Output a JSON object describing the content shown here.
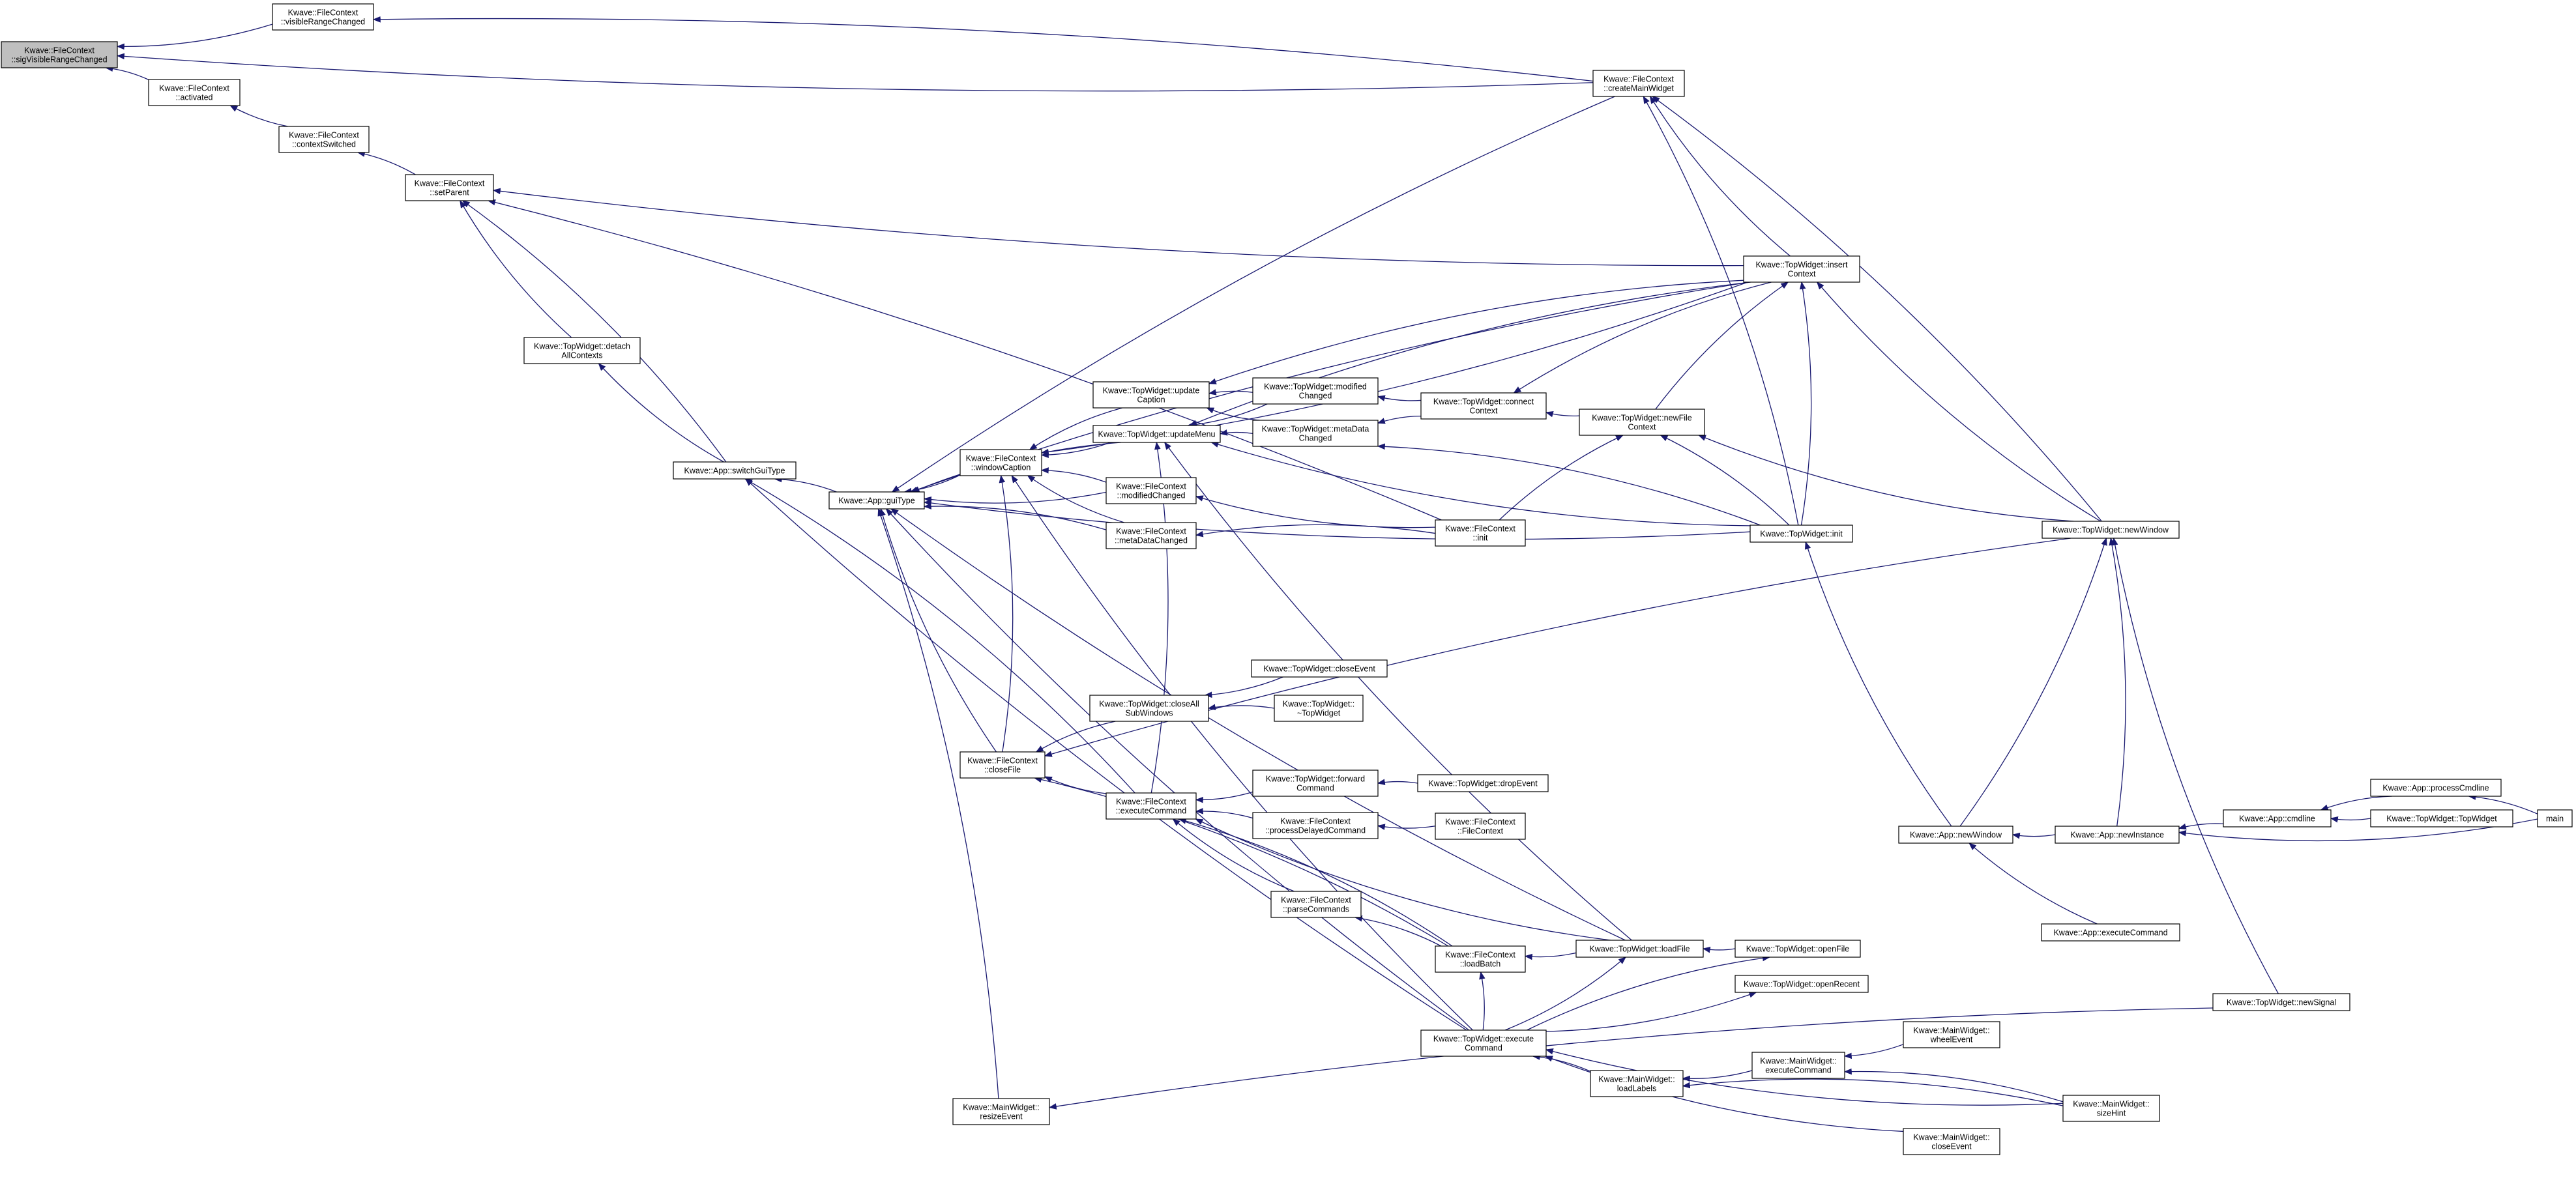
{
  "diagram": {
    "edge_color": "#191970",
    "highlight_fill": "#bfbfbf",
    "nodes": [
      {
        "id": "sigVisibleRangeChanged",
        "label": [
          "Kwave::FileContext",
          "::sigVisibleRangeChanged"
        ]
      },
      {
        "id": "visibleRangeChanged",
        "label": [
          "Kwave::FileContext",
          "::visibleRangeChanged"
        ]
      },
      {
        "id": "activated",
        "label": [
          "Kwave::FileContext",
          "::activated"
        ]
      },
      {
        "id": "contextSwitched",
        "label": [
          "Kwave::FileContext",
          "::contextSwitched"
        ]
      },
      {
        "id": "setParent",
        "label": [
          "Kwave::FileContext",
          "::setParent"
        ]
      },
      {
        "id": "detachAllContexts",
        "label": [
          "Kwave::TopWidget::detach",
          "AllContexts"
        ]
      },
      {
        "id": "switchGuiType",
        "label": [
          "Kwave::App::switchGuiType"
        ]
      },
      {
        "id": "guiType",
        "label": [
          "Kwave::App::guiType"
        ]
      },
      {
        "id": "windowCaption",
        "label": [
          "Kwave::FileContext",
          "::windowCaption"
        ]
      },
      {
        "id": "updateCaption",
        "label": [
          "Kwave::TopWidget::update",
          "Caption"
        ]
      },
      {
        "id": "updateMenu",
        "label": [
          "Kwave::TopWidget::updateMenu"
        ]
      },
      {
        "id": "modifiedChangedTW",
        "label": [
          "Kwave::TopWidget::modified",
          "Changed"
        ]
      },
      {
        "id": "metaDataChangedTW",
        "label": [
          "Kwave::TopWidget::metaData",
          "Changed"
        ]
      },
      {
        "id": "modifiedChangedFC",
        "label": [
          "Kwave::FileContext",
          "::modifiedChanged"
        ]
      },
      {
        "id": "metaDataChangedFC",
        "label": [
          "Kwave::FileContext",
          "::metaDataChanged"
        ]
      },
      {
        "id": "connectContext",
        "label": [
          "Kwave::TopWidget::connect",
          "Context"
        ]
      },
      {
        "id": "newFileContext",
        "label": [
          "Kwave::TopWidget::newFile",
          "Context"
        ]
      },
      {
        "id": "fcInit",
        "label": [
          "Kwave::FileContext",
          "::init"
        ]
      },
      {
        "id": "createMainWidget",
        "label": [
          "Kwave::FileContext",
          "::createMainWidget"
        ]
      },
      {
        "id": "insertContext",
        "label": [
          "Kwave::TopWidget::insert",
          "Context"
        ]
      },
      {
        "id": "twInit",
        "label": [
          "Kwave::TopWidget::init"
        ]
      },
      {
        "id": "newWindowTW",
        "label": [
          "Kwave::TopWidget::newWindow"
        ]
      },
      {
        "id": "closeFile",
        "label": [
          "Kwave::FileContext",
          "::closeFile"
        ]
      },
      {
        "id": "closeAllSubWindows",
        "label": [
          "Kwave::TopWidget::closeAll",
          "SubWindows"
        ]
      },
      {
        "id": "closeEventTW",
        "label": [
          "Kwave::TopWidget::closeEvent"
        ]
      },
      {
        "id": "dtorTopWidget",
        "label": [
          "Kwave::TopWidget::",
          "~TopWidget"
        ]
      },
      {
        "id": "fcExecuteCommand",
        "label": [
          "Kwave::FileContext",
          "::executeCommand"
        ]
      },
      {
        "id": "forwardCommand",
        "label": [
          "Kwave::TopWidget::forward",
          "Command"
        ]
      },
      {
        "id": "dropEvent",
        "label": [
          "Kwave::TopWidget::dropEvent"
        ]
      },
      {
        "id": "processDelayedCommand",
        "label": [
          "Kwave::FileContext",
          "::processDelayedCommand"
        ]
      },
      {
        "id": "fcCtor",
        "label": [
          "Kwave::FileContext",
          "::FileContext"
        ]
      },
      {
        "id": "parseCommands",
        "label": [
          "Kwave::FileContext",
          "::parseCommands"
        ]
      },
      {
        "id": "loadBatch",
        "label": [
          "Kwave::FileContext",
          "::loadBatch"
        ]
      },
      {
        "id": "loadFile",
        "label": [
          "Kwave::TopWidget::loadFile"
        ]
      },
      {
        "id": "openFile",
        "label": [
          "Kwave::TopWidget::openFile"
        ]
      },
      {
        "id": "openRecent",
        "label": [
          "Kwave::TopWidget::openRecent"
        ]
      },
      {
        "id": "twExecuteCommand",
        "label": [
          "Kwave::TopWidget::execute",
          "Command"
        ]
      },
      {
        "id": "resizeEvent",
        "label": [
          "Kwave::MainWidget::",
          "resizeEvent"
        ]
      },
      {
        "id": "loadLabels",
        "label": [
          "Kwave::MainWidget::",
          "loadLabels"
        ]
      },
      {
        "id": "mwExecuteCommand",
        "label": [
          "Kwave::MainWidget::",
          "executeCommand"
        ]
      },
      {
        "id": "wheelEvent",
        "label": [
          "Kwave::MainWidget::",
          "wheelEvent"
        ]
      },
      {
        "id": "sizeHint",
        "label": [
          "Kwave::MainWidget::",
          "sizeHint"
        ]
      },
      {
        "id": "mwCloseEvent",
        "label": [
          "Kwave::MainWidget::",
          "closeEvent"
        ]
      },
      {
        "id": "appNewWindow",
        "label": [
          "Kwave::App::newWindow"
        ]
      },
      {
        "id": "newInstance",
        "label": [
          "Kwave::App::newInstance"
        ]
      },
      {
        "id": "appExecuteCommand",
        "label": [
          "Kwave::App::executeCommand"
        ]
      },
      {
        "id": "cmdline",
        "label": [
          "Kwave::App::cmdline"
        ]
      },
      {
        "id": "processCmdline",
        "label": [
          "Kwave::App::processCmdline"
        ]
      },
      {
        "id": "twCtor",
        "label": [
          "Kwave::TopWidget::TopWidget"
        ]
      },
      {
        "id": "main",
        "label": [
          "main"
        ]
      },
      {
        "id": "newSignal",
        "label": [
          "Kwave::TopWidget::newSignal"
        ]
      }
    ],
    "edges": [
      [
        "visibleRangeChanged",
        "sigVisibleRangeChanged"
      ],
      [
        "createMainWidget",
        "visibleRangeChanged"
      ],
      [
        "createMainWidget",
        "sigVisibleRangeChanged"
      ],
      [
        "activated",
        "sigVisibleRangeChanged"
      ],
      [
        "contextSwitched",
        "activated"
      ],
      [
        "setParent",
        "contextSwitched"
      ],
      [
        "insertContext",
        "setParent"
      ],
      [
        "fcInit",
        "setParent"
      ],
      [
        "detachAllContexts",
        "setParent"
      ],
      [
        "switchGuiType",
        "setParent"
      ],
      [
        "switchGuiType",
        "detachAllContexts"
      ],
      [
        "guiType",
        "switchGuiType"
      ],
      [
        "twExecuteCommand",
        "switchGuiType"
      ],
      [
        "fcExecuteCommand",
        "switchGuiType"
      ],
      [
        "windowCaption",
        "guiType"
      ],
      [
        "updateMenu",
        "guiType"
      ],
      [
        "modifiedChangedFC",
        "guiType"
      ],
      [
        "metaDataChangedFC",
        "guiType"
      ],
      [
        "closeFile",
        "guiType"
      ],
      [
        "resizeEvent",
        "guiType"
      ],
      [
        "twInit",
        "guiType"
      ],
      [
        "insertContext",
        "guiType"
      ],
      [
        "loadFile",
        "guiType"
      ],
      [
        "createMainWidget",
        "guiType"
      ],
      [
        "twExecuteCommand",
        "guiType"
      ],
      [
        "updateCaption",
        "windowCaption"
      ],
      [
        "updateMenu",
        "windowCaption"
      ],
      [
        "modifiedChangedFC",
        "windowCaption"
      ],
      [
        "metaDataChangedFC",
        "windowCaption"
      ],
      [
        "closeFile",
        "windowCaption"
      ],
      [
        "insertContext",
        "windowCaption"
      ],
      [
        "newWindowTW",
        "closeFile"
      ],
      [
        "twExecuteCommand",
        "windowCaption"
      ],
      [
        "modifiedChangedTW",
        "updateCaption"
      ],
      [
        "metaDataChangedTW",
        "updateCaption"
      ],
      [
        "insertContext",
        "updateCaption"
      ],
      [
        "modifiedChangedTW",
        "updateMenu"
      ],
      [
        "metaDataChangedTW",
        "updateMenu"
      ],
      [
        "twInit",
        "updateMenu"
      ],
      [
        "insertContext",
        "updateMenu"
      ],
      [
        "loadFile",
        "updateMenu"
      ],
      [
        "fcExecuteCommand",
        "updateMenu"
      ],
      [
        "connectContext",
        "modifiedChangedTW"
      ],
      [
        "connectContext",
        "metaDataChangedTW"
      ],
      [
        "newFileContext",
        "connectContext"
      ],
      [
        "insertContext",
        "connectContext"
      ],
      [
        "fcInit",
        "newFileContext"
      ],
      [
        "twInit",
        "newFileContext"
      ],
      [
        "newWindowTW",
        "newFileContext"
      ],
      [
        "twInit",
        "metaDataChangedTW"
      ],
      [
        "fcInit",
        "modifiedChangedFC"
      ],
      [
        "fcInit",
        "metaDataChangedFC"
      ],
      [
        "newFileContext",
        "insertContext"
      ],
      [
        "twInit",
        "insertContext"
      ],
      [
        "newWindowTW",
        "insertContext"
      ],
      [
        "newWindowTW",
        "createMainWidget"
      ],
      [
        "insertContext",
        "createMainWidget"
      ],
      [
        "twInit",
        "createMainWidget"
      ],
      [
        "appNewWindow",
        "twInit"
      ],
      [
        "appNewWindow",
        "newWindowTW"
      ],
      [
        "newInstance",
        "appNewWindow"
      ],
      [
        "newInstance",
        "newWindowTW"
      ],
      [
        "appExecuteCommand",
        "appNewWindow"
      ],
      [
        "cmdline",
        "newInstance"
      ],
      [
        "main",
        "newInstance"
      ],
      [
        "processCmdline",
        "cmdline"
      ],
      [
        "twCtor",
        "cmdline"
      ],
      [
        "main",
        "processCmdline"
      ],
      [
        "newSignal",
        "newWindowTW"
      ],
      [
        "closeAllSubWindows",
        "closeFile"
      ],
      [
        "closeEventTW",
        "closeAllSubWindows"
      ],
      [
        "dtorTopWidget",
        "closeAllSubWindows"
      ],
      [
        "fcExecuteCommand",
        "closeFile"
      ],
      [
        "loadBatch",
        "closeFile"
      ],
      [
        "forwardCommand",
        "fcExecuteCommand"
      ],
      [
        "processDelayedCommand",
        "fcExecuteCommand"
      ],
      [
        "parseCommands",
        "fcExecuteCommand"
      ],
      [
        "loadBatch",
        "fcExecuteCommand"
      ],
      [
        "loadFile",
        "fcExecuteCommand"
      ],
      [
        "dropEvent",
        "forwardCommand"
      ],
      [
        "fcCtor",
        "processDelayedCommand"
      ],
      [
        "loadBatch",
        "parseCommands"
      ],
      [
        "loadFile",
        "loadBatch"
      ],
      [
        "twExecuteCommand",
        "loadBatch"
      ],
      [
        "openFile",
        "loadFile"
      ],
      [
        "twExecuteCommand",
        "loadFile"
      ],
      [
        "twExecuteCommand",
        "openFile"
      ],
      [
        "twExecuteCommand",
        "openRecent"
      ],
      [
        "mwCloseEvent",
        "twExecuteCommand"
      ],
      [
        "loadLabels",
        "twExecuteCommand"
      ],
      [
        "mwExecuteCommand",
        "loadLabels"
      ],
      [
        "sizeHint",
        "loadLabels"
      ],
      [
        "wheelEvent",
        "mwExecuteCommand"
      ],
      [
        "sizeHint",
        "mwExecuteCommand"
      ],
      [
        "sizeHint",
        "twExecuteCommand"
      ],
      [
        "newSignal",
        "resizeEvent"
      ]
    ]
  }
}
